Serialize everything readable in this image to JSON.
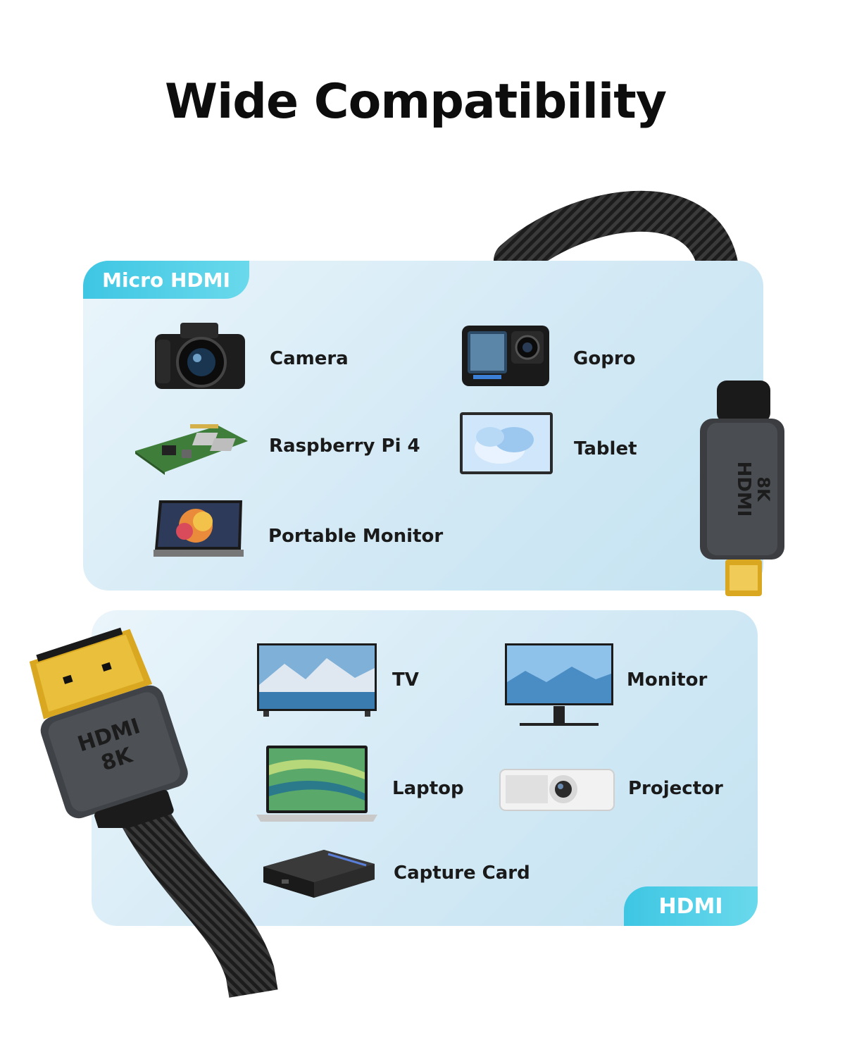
{
  "title": "Wide Compatibility",
  "micro_section": {
    "tag": "Micro HDMI",
    "devices": [
      "Camera",
      "Gopro",
      "Raspberry Pi 4",
      "Tablet",
      "Portable Monitor"
    ]
  },
  "hdmi_section": {
    "tag": "HDMI",
    "devices": [
      "TV",
      "Monitor",
      "Laptop",
      "Projector",
      "Capture Card"
    ]
  },
  "connectors": {
    "micro": {
      "line1": "HDMI",
      "line2": "8K"
    },
    "standard": {
      "line1": "HDMI",
      "line2": "8K"
    }
  },
  "colors": {
    "accent": "#45c8e5",
    "panel": "#d6ebf6",
    "braid": "#1e1e1e",
    "gold": "#d9a820"
  }
}
